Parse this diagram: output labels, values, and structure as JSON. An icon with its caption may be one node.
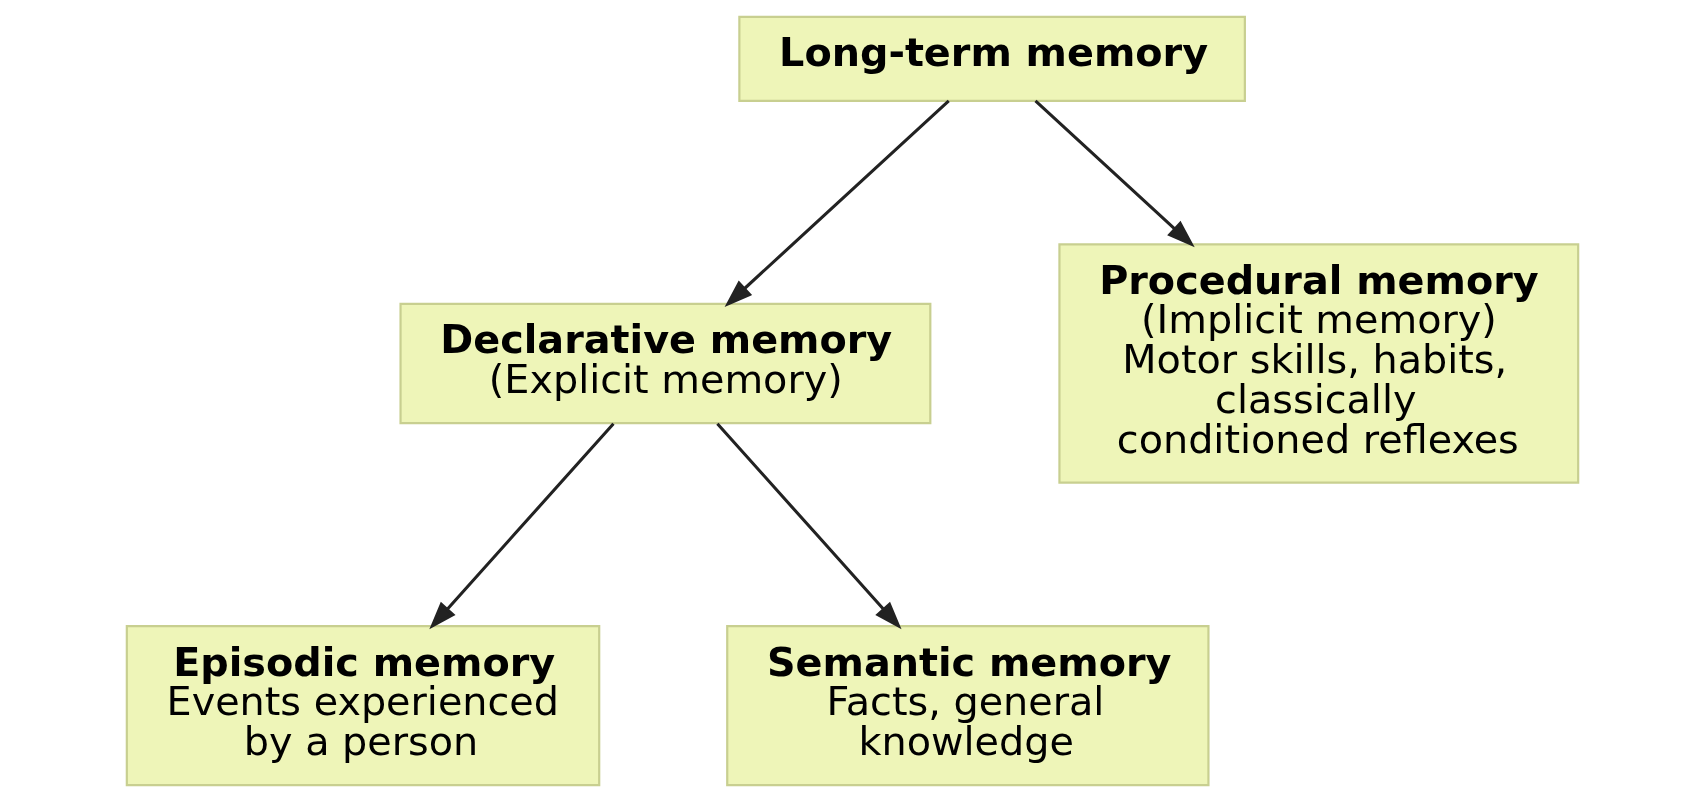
{
  "diagram": {
    "nodes": [
      {
        "text": [
          "Long-term memory"
        ]
      },
      {
        "text": [
          "Declarative memory",
          "(Explicit memory)"
        ]
      },
      {
        "text": [
          "Procedural memory",
          "(Implicit memory)",
          "Motor skills, habits, classically conditioned reflexes"
        ]
      },
      {
        "text": [
          "Episodic memory",
          "Events experienced by a person"
        ]
      },
      {
        "text": [
          "Semantic memory",
          "Facts, general knowledge"
        ]
      }
    ],
    "edges": [
      {
        "from": 0,
        "to": 1,
        "arrow": "to"
      },
      {
        "from": 0,
        "to": 2,
        "arrow": "to"
      },
      {
        "from": 1,
        "to": 3,
        "arrow": "to"
      },
      {
        "from": 1,
        "to": 4,
        "arrow": "to"
      }
    ]
  }
}
